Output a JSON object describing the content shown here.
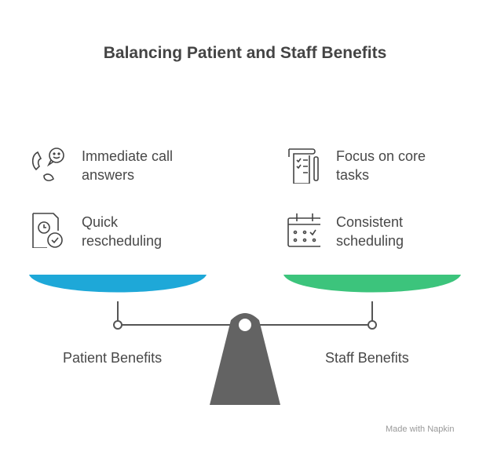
{
  "title": "Balancing Patient and Staff Benefits",
  "left": {
    "label": "Patient Benefits",
    "color": "#1ea8d8",
    "items": [
      "Immediate call answers",
      "Quick rescheduling"
    ]
  },
  "right": {
    "label": "Staff Benefits",
    "color": "#3cc47c",
    "items": [
      "Focus on core tasks",
      "Consistent scheduling"
    ]
  },
  "footer": "Made with Napkin"
}
